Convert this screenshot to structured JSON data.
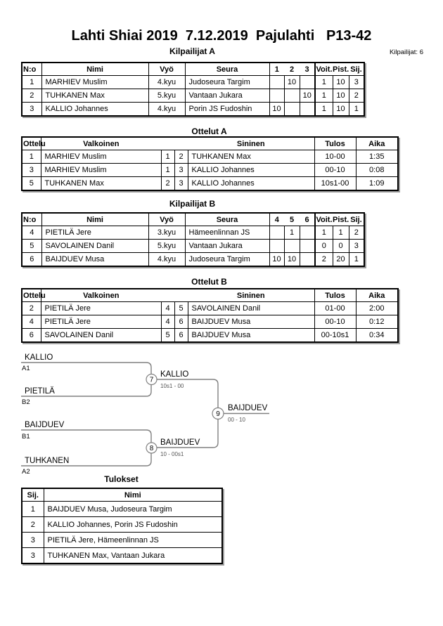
{
  "page": {
    "title": "Lahti Shiai 2019  7.12.2019  Pajulahti   P13-42",
    "competitors_count_label": "Kilpailijat: 6"
  },
  "kilpailijat_a": {
    "caption": "Kilpailijat A",
    "headers": {
      "no": "N:o",
      "nimi": "Nimi",
      "vyo": "Vyö",
      "seura": "Seura",
      "m1": "1",
      "m2": "2",
      "m3": "3",
      "voit": "Voit.",
      "pist": "Pist.",
      "sij": "Sij."
    },
    "rows": [
      {
        "no": "1",
        "nimi": "MARHIEV Muslim",
        "vyo": "4.kyu",
        "seura": "Judoseura Targim",
        "m1": "",
        "m2": "10",
        "m3": "",
        "voit": "1",
        "pist": "10",
        "sij": "3"
      },
      {
        "no": "2",
        "nimi": "TUHKANEN Max",
        "vyo": "5.kyu",
        "seura": "Vantaan Jukara",
        "m1": "",
        "m2": "",
        "m3": "10",
        "voit": "1",
        "pist": "10",
        "sij": "2"
      },
      {
        "no": "3",
        "nimi": "KALLIO Johannes",
        "vyo": "4.kyu",
        "seura": "Porin JS Fudoshin",
        "m1": "10",
        "m2": "",
        "m3": "",
        "voit": "1",
        "pist": "10",
        "sij": "1"
      }
    ]
  },
  "ottelut_a": {
    "caption": "Ottelut A",
    "headers": {
      "ottelu": "Ottelu",
      "valkoinen": "Valkoinen",
      "sininen": "Sininen",
      "tulos": "Tulos",
      "aika": "Aika"
    },
    "rows": [
      {
        "ottelu": "1",
        "valkoinen": "MARHIEV Muslim",
        "wno": "1",
        "bno": "2",
        "sininen": "TUHKANEN Max",
        "tulos": "10-00",
        "aika": "1:35"
      },
      {
        "ottelu": "3",
        "valkoinen": "MARHIEV Muslim",
        "wno": "1",
        "bno": "3",
        "sininen": "KALLIO Johannes",
        "tulos": "00-10",
        "aika": "0:08"
      },
      {
        "ottelu": "5",
        "valkoinen": "TUHKANEN Max",
        "wno": "2",
        "bno": "3",
        "sininen": "KALLIO Johannes",
        "tulos": "10s1-00",
        "aika": "1:09"
      }
    ]
  },
  "kilpailijat_b": {
    "caption": "Kilpailijat B",
    "headers": {
      "no": "N:o",
      "nimi": "Nimi",
      "vyo": "Vyö",
      "seura": "Seura",
      "m1": "4",
      "m2": "5",
      "m3": "6",
      "voit": "Voit.",
      "pist": "Pist.",
      "sij": "Sij."
    },
    "rows": [
      {
        "no": "4",
        "nimi": "PIETILÄ Jere",
        "vyo": "3.kyu",
        "seura": "Hämeenlinnan JS",
        "m1": "",
        "m2": "1",
        "m3": "",
        "voit": "1",
        "pist": "1",
        "sij": "2"
      },
      {
        "no": "5",
        "nimi": "SAVOLAINEN Danil",
        "vyo": "5.kyu",
        "seura": "Vantaan Jukara",
        "m1": "",
        "m2": "",
        "m3": "",
        "voit": "0",
        "pist": "0",
        "sij": "3"
      },
      {
        "no": "6",
        "nimi": "BAIJDUEV Musa",
        "vyo": "4.kyu",
        "seura": "Judoseura Targim",
        "m1": "10",
        "m2": "10",
        "m3": "",
        "voit": "2",
        "pist": "20",
        "sij": "1"
      }
    ]
  },
  "ottelut_b": {
    "caption": "Ottelut B",
    "headers": {
      "ottelu": "Ottelu",
      "valkoinen": "Valkoinen",
      "sininen": "Sininen",
      "tulos": "Tulos",
      "aika": "Aika"
    },
    "rows": [
      {
        "ottelu": "2",
        "valkoinen": "PIETILÄ Jere",
        "wno": "4",
        "bno": "5",
        "sininen": "SAVOLAINEN Danil",
        "tulos": "01-00",
        "aika": "2:00"
      },
      {
        "ottelu": "4",
        "valkoinen": "PIETILÄ Jere",
        "wno": "4",
        "bno": "6",
        "sininen": "BAIJDUEV Musa",
        "tulos": "00-10",
        "aika": "0:12"
      },
      {
        "ottelu": "6",
        "valkoinen": "SAVOLAINEN Danil",
        "wno": "5",
        "bno": "6",
        "sininen": "BAIJDUEV Musa",
        "tulos": "00-10s1",
        "aika": "0:34"
      }
    ]
  },
  "bracket": {
    "entries": [
      {
        "name": "KALLIO",
        "seed": "A1"
      },
      {
        "name": "PIETILÄ",
        "seed": "B2"
      },
      {
        "name": "BAIJDUEV",
        "seed": "B1"
      },
      {
        "name": "TUHKANEN",
        "seed": "A2"
      }
    ],
    "matches": [
      {
        "number": "7",
        "winner": "KALLIO",
        "score": "10s1 - 00"
      },
      {
        "number": "8",
        "winner": "BAIJDUEV",
        "score": "10 - 00s1"
      },
      {
        "number": "9",
        "winner": "BAIJDUEV",
        "score": "00 - 10"
      }
    ]
  },
  "tulokset": {
    "caption": "Tulokset",
    "headers": {
      "sij": "Sij.",
      "nimi": "Nimi"
    },
    "rows": [
      {
        "sij": "1",
        "nimi": "BAIJDUEV Musa, Judoseura Targim"
      },
      {
        "sij": "2",
        "nimi": "KALLIO Johannes, Porin JS Fudoshin"
      },
      {
        "sij": "3",
        "nimi": "PIETILÄ Jere, Hämeenlinnan JS"
      },
      {
        "sij": "3",
        "nimi": "TUHKANEN Max, Vantaan Jukara"
      }
    ]
  }
}
